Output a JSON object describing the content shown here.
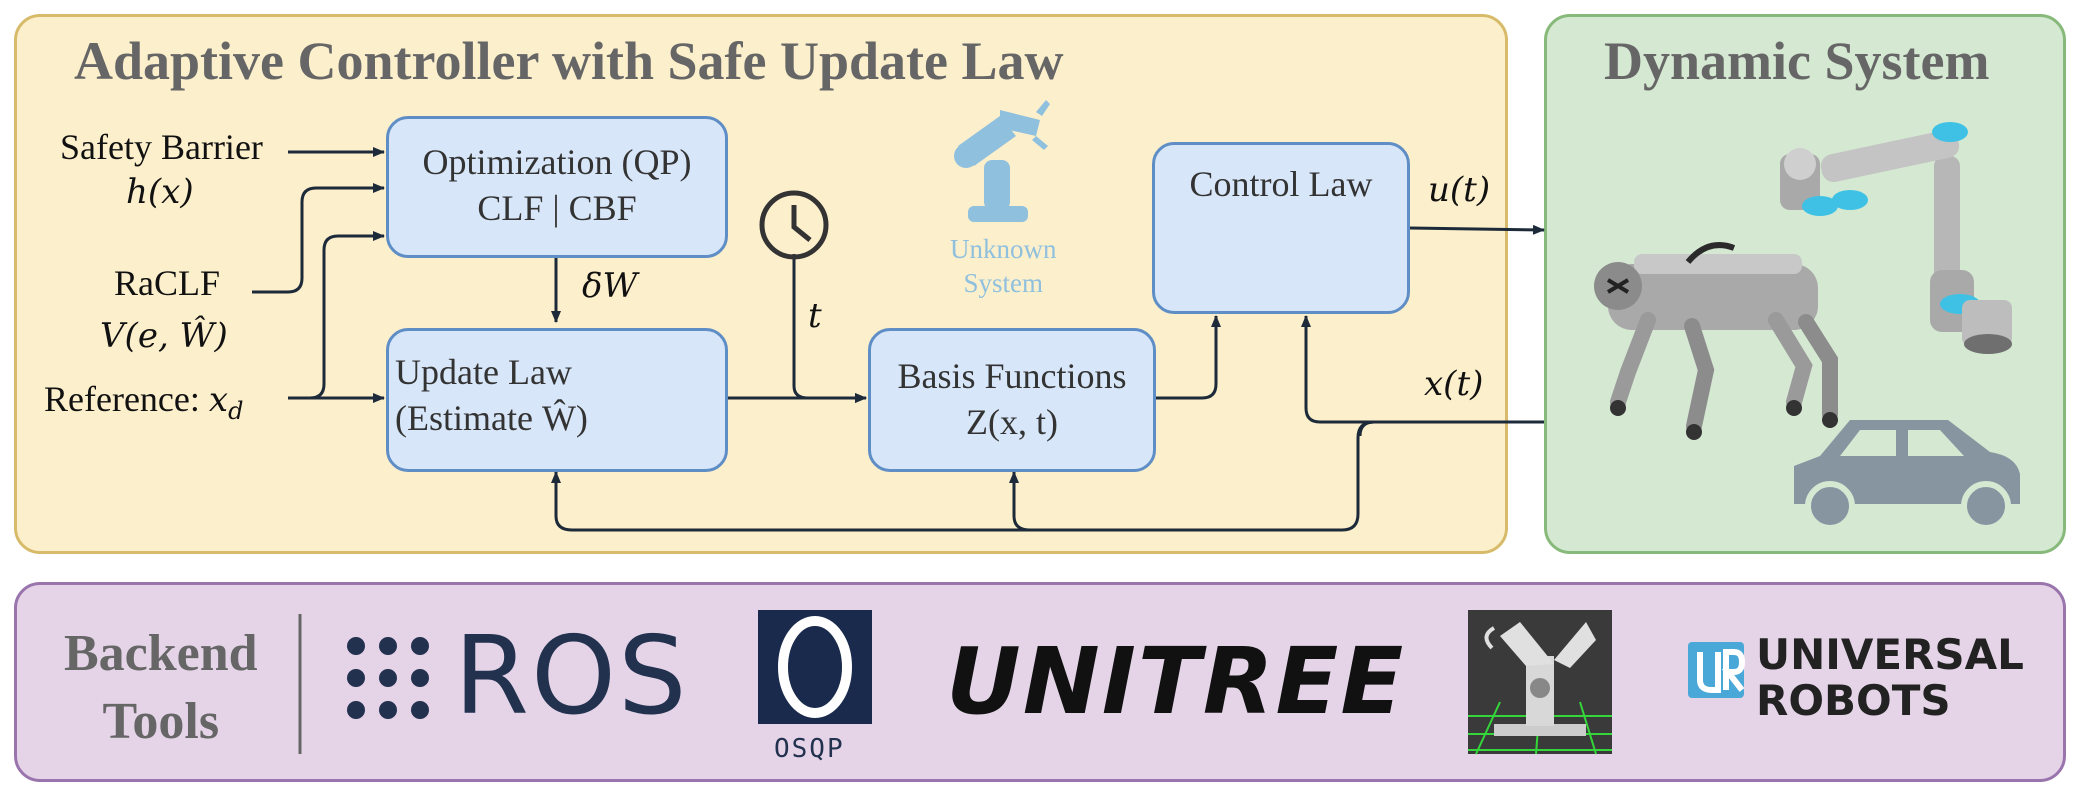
{
  "panels": {
    "controller_title": "Adaptive Controller with Safe Update Law",
    "system_title": "Dynamic System",
    "backend_title_line1": "Backend",
    "backend_title_line2": "Tools"
  },
  "inputs": {
    "safety_barrier": "Safety Barrier",
    "safety_barrier_sym": "h(x)",
    "raclf": "RaCLF",
    "raclf_sym": "V(e, Ŵ)",
    "reference": "Reference: ",
    "reference_sym": "x",
    "reference_sub": "d"
  },
  "blocks": {
    "optimization_line1": "Optimization (QP)",
    "optimization_line2": "CLF | CBF",
    "update_line1": "Update Law",
    "update_line2": "(Estimate Ŵ)",
    "basis_line1": "Basis Functions",
    "basis_line2": "Z(x, t)",
    "control_line1": "Control Law"
  },
  "signals": {
    "delta_w": "δW",
    "time": "t",
    "u_t": "u(t)",
    "x_t": "x(t)"
  },
  "unknown_system": {
    "line1": "Unknown",
    "line2": "System"
  },
  "logos": {
    "ros": "ROS",
    "osqp": "OSQP",
    "unitree": "UNITREE",
    "universal_line1": "UNIVERSAL",
    "universal_line2": "ROBOTS"
  },
  "colors": {
    "controller_bg": "#fcefcc",
    "controller_border": "#d8bb6a",
    "system_bg": "#d4e8d2",
    "system_border": "#86b97a",
    "backend_bg": "#e5d4e8",
    "backend_border": "#9a75ad",
    "block_bg": "#d7e6f8",
    "block_border": "#5f8ec7",
    "arrow": "#1c2a3a"
  }
}
